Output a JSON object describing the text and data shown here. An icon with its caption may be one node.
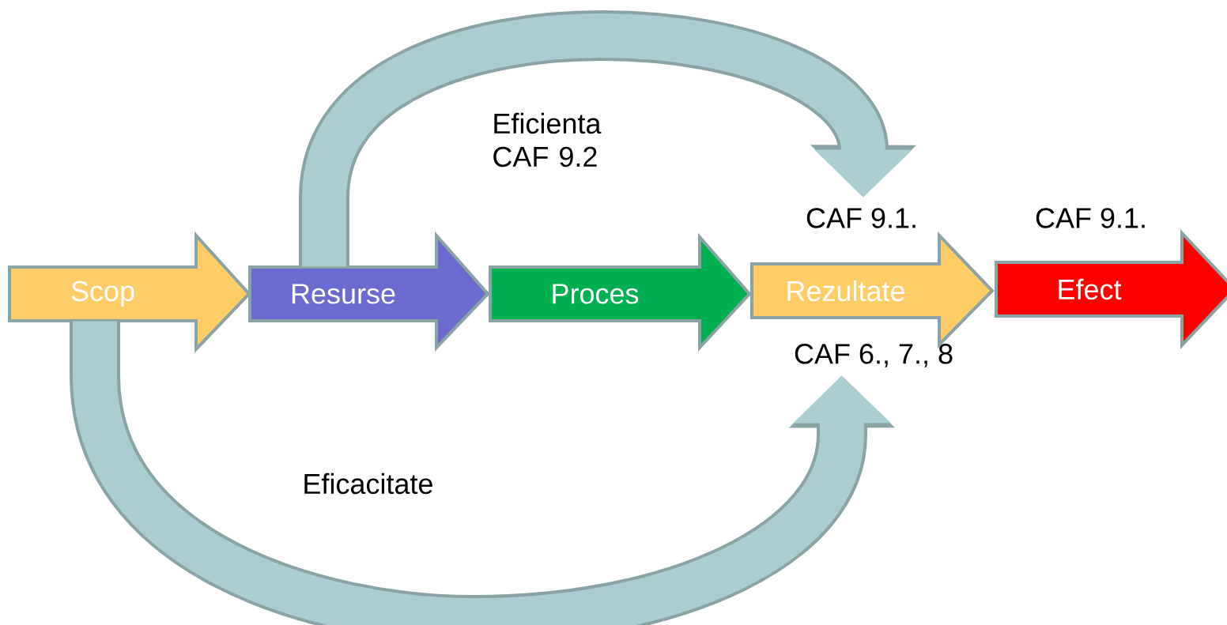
{
  "diagram": {
    "nodes": [
      {
        "text": [
          "Scop"
        ]
      },
      {
        "text": [
          "Resurse"
        ]
      },
      {
        "text": [
          "Proces"
        ]
      },
      {
        "text": [
          "Rezultate"
        ],
        "beside": [
          "CAF 9.1.",
          "CAF 6., 7., 8"
        ]
      },
      {
        "text": [
          "Efect"
        ],
        "beside": [
          "CAF 9.1."
        ]
      }
    ],
    "edges": [
      {
        "from": 1,
        "to": 3,
        "arrow": "to",
        "label": "Eficienta CAF 9.2"
      },
      {
        "from": 0,
        "to": 3,
        "arrow": "to",
        "label": "Eficacitate"
      }
    ]
  }
}
